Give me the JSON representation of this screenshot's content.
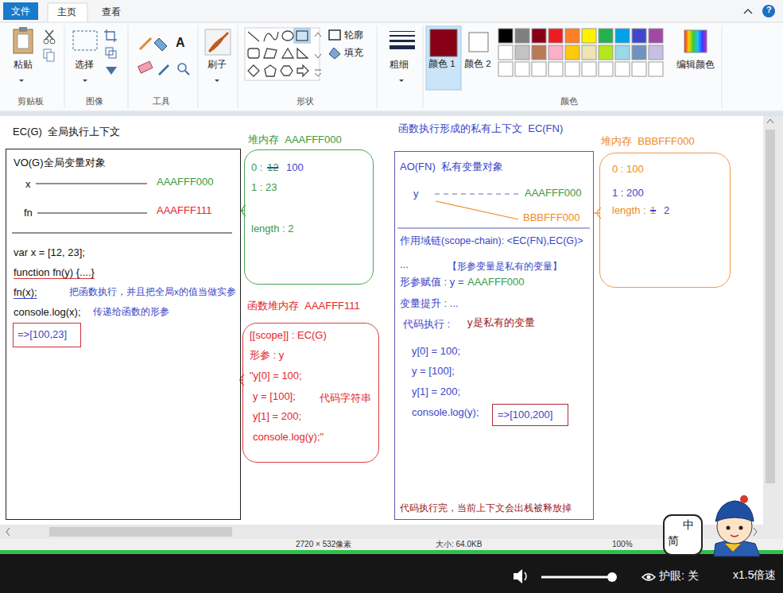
{
  "diagram": {
    "nodes": [
      {
        "text": [
          "EC(G)  全局执行上下文",
          "VO(G)全局变量对象",
          "x",
          "AAAFFF000",
          "fn",
          "AAAFFF111",
          "var x = [12, 23];",
          "function fn(y) {....}",
          "fn(x);",
          "把函数执行，并且把全局x的值当做实参",
          "console.log(x);",
          "传递给函数的形参"
        ]
      },
      {
        "text": [
          "=>[100,23]"
        ],
        "in": 0
      },
      {
        "text": [
          "堆内存  AAAFFF000",
          "0 :",
          "12",
          "100",
          "1 : 23",
          "length : 2"
        ]
      },
      {
        "text": [
          "函数堆内存  AAAFFF111",
          "[[scope]] : EC(G)",
          "形参 : y",
          "\"y[0] = 100;",
          "y = [100];",
          "代码字符串",
          "y[1] = 200;",
          "console.log(y);\""
        ]
      },
      {
        "text": [
          "函数执行形成的私有上下文  EC(FN)",
          "AO(FN)  私有变量对象",
          "y",
          "AAAFFF000",
          "BBBFFF000",
          "作用域链(scope-chain): <EC(FN),EC(G)>",
          "...",
          "【形参变量是私有的变量】",
          "形参赋值 : y =",
          "AAAFFF000",
          "变量提升 : ...",
          "代码执行 :",
          "y是私有的变量",
          "y[0] = 100;",
          "y = [100];",
          "y[1] = 200;",
          "console.log(y);",
          "代码执行完，当前上下文会出栈被释放掉"
        ]
      },
      {
        "text": [
          "=>[100,200]"
        ],
        "in": 4
      },
      {
        "text": [
          "堆内存  BBBFFF000",
          "0 : 100",
          "1 : 200",
          "length :",
          "1",
          "2"
        ]
      }
    ],
    "edges": [
      {
        "from": 0,
        "to": 2,
        "arrow": "none"
      },
      {
        "from": 0,
        "to": 3,
        "arrow": "none"
      },
      {
        "from": 4,
        "to": 6,
        "arrow": "none"
      }
    ],
    "labels": [
      "文件",
      "主页",
      "查看",
      "粘贴",
      "选择",
      "A",
      "刷子",
      "轮廓",
      "填充",
      "粗细",
      "颜色 1",
      "颜色 2",
      "编辑颜色",
      "剪贴板",
      "图像",
      "工具",
      "形状",
      "颜色",
      "?",
      "2720 × 532像素",
      "大小: 64.0KB",
      "100%",
      "护眼: 关",
      "x1.5倍速",
      "中",
      "简"
    ]
  }
}
